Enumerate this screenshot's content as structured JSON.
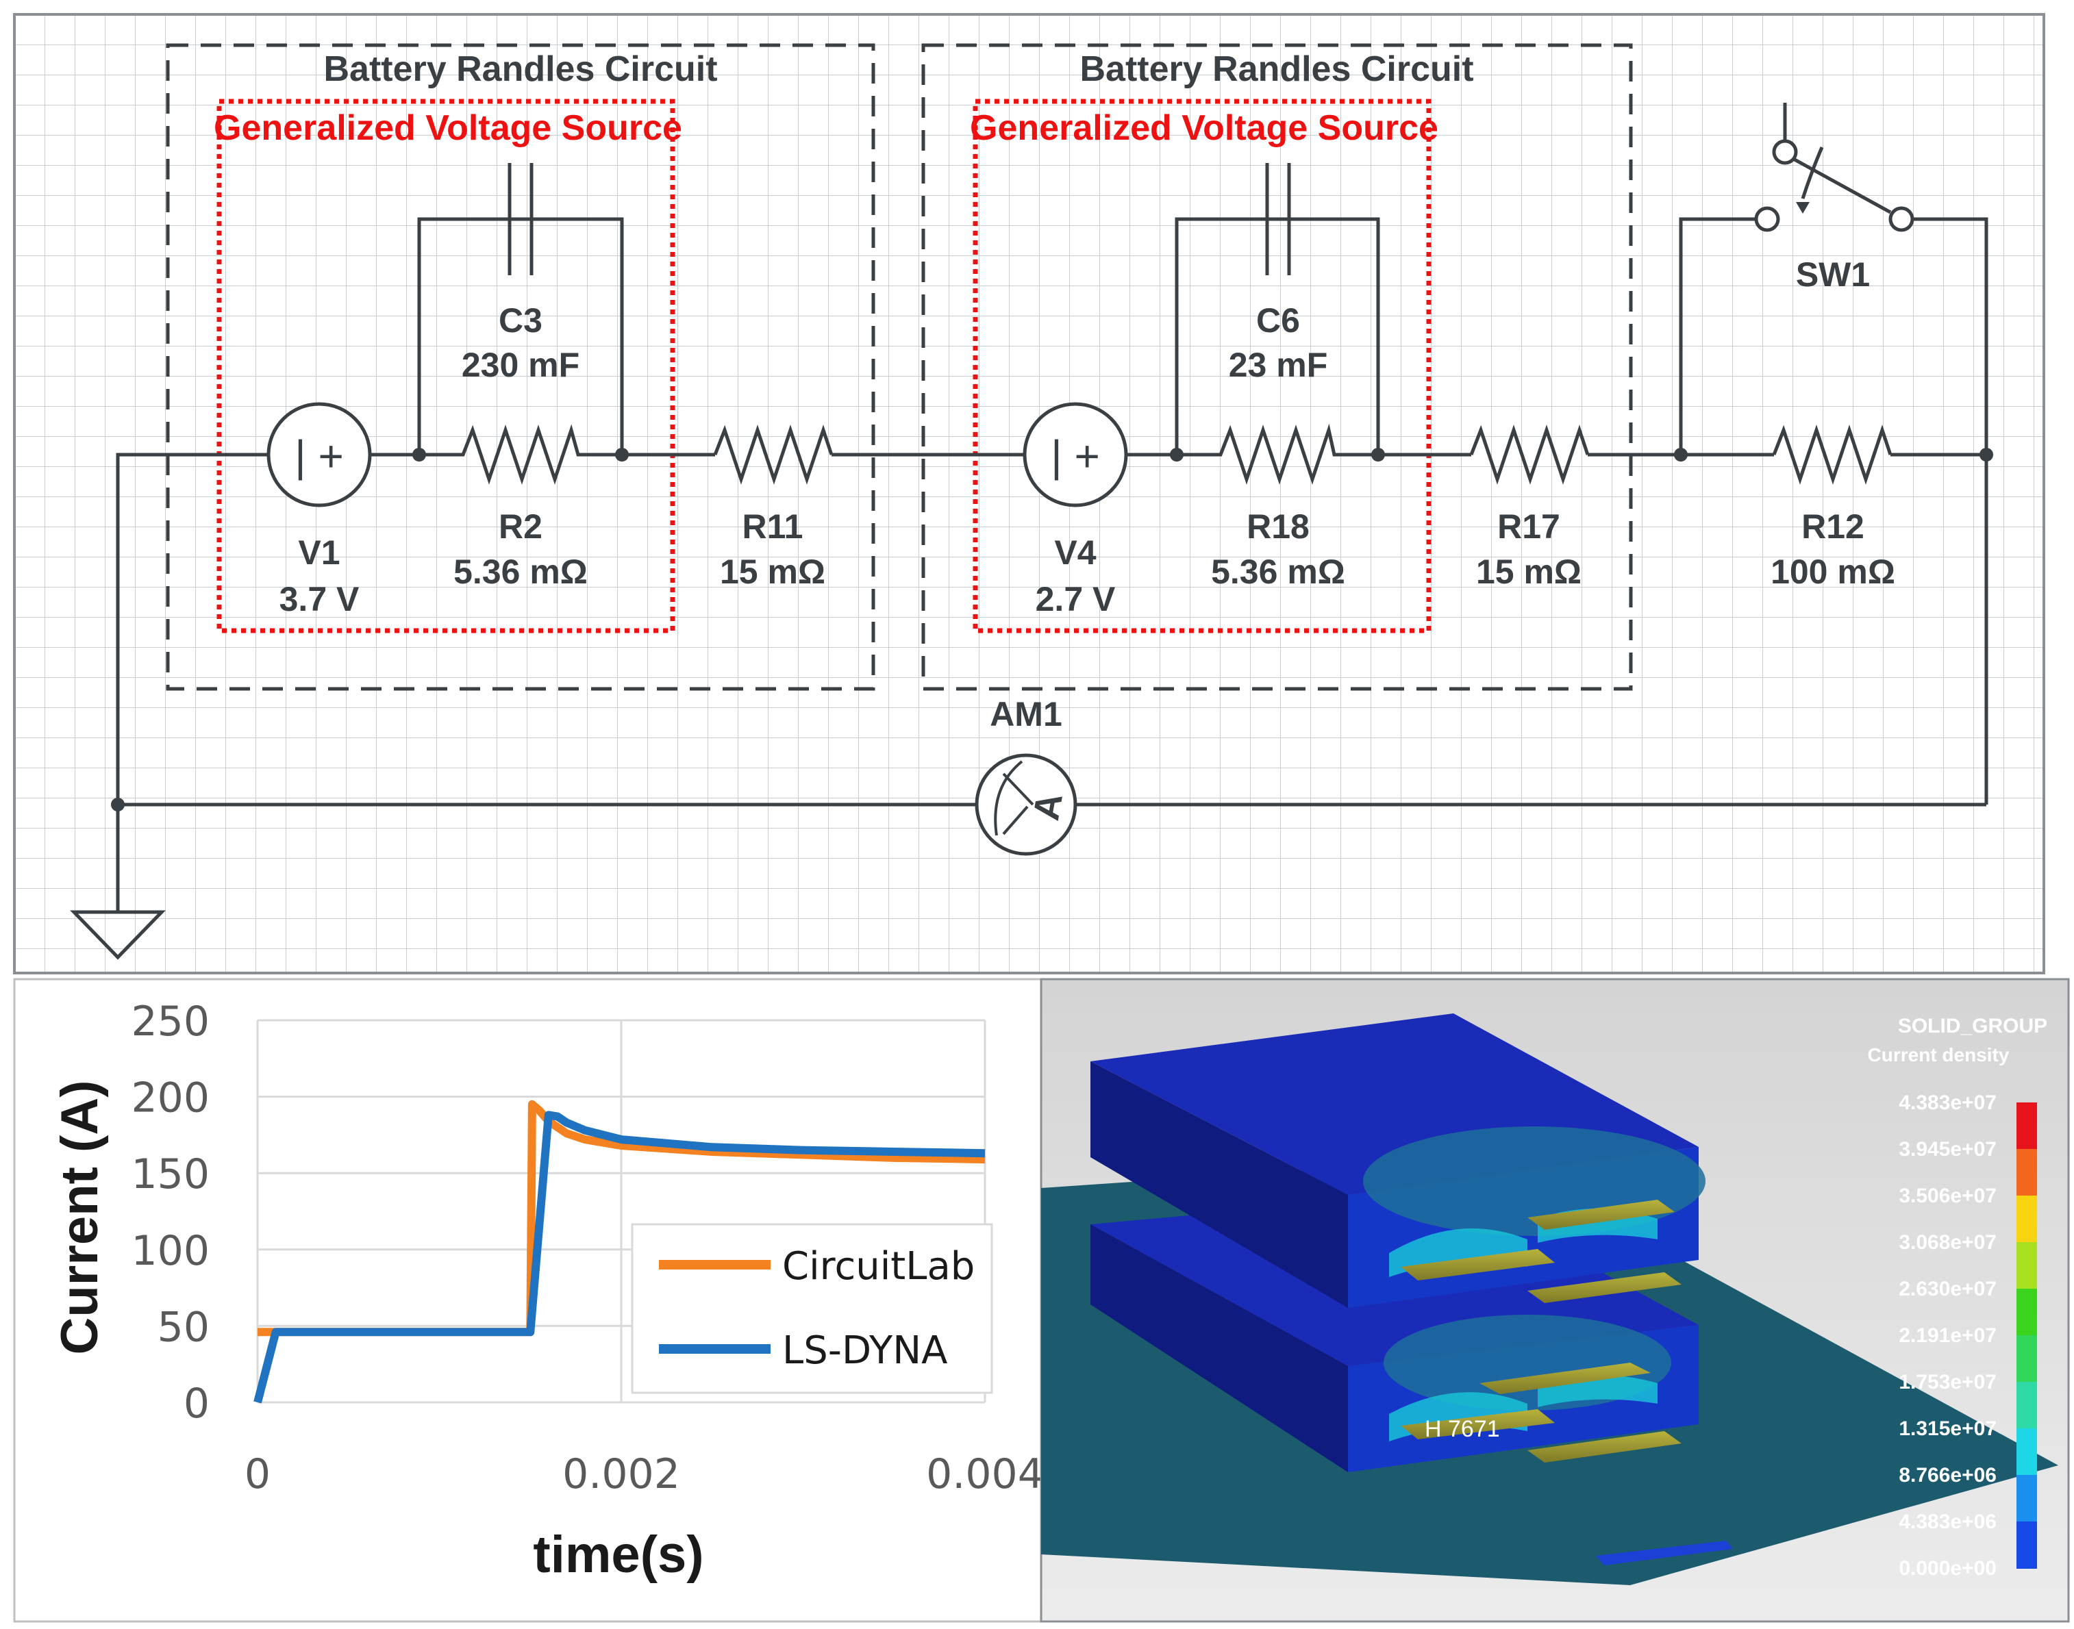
{
  "circuit": {
    "cell1": {
      "title": "Battery Randles Circuit",
      "source_title": "Generalized Voltage Source",
      "capacitor": {
        "name": "C3",
        "value": "230 mF"
      },
      "source": {
        "name": "V1",
        "value": "3.7 V"
      },
      "resistor": {
        "name": "R2",
        "value": "5.36 mΩ"
      }
    },
    "cell2": {
      "title": "Battery Randles Circuit",
      "source_title": "Generalized Voltage Source",
      "capacitor": {
        "name": "C6",
        "value": "23 mF"
      },
      "source": {
        "name": "V4",
        "value": "2.7 V"
      },
      "resistor": {
        "name": "R18",
        "value": "5.36 mΩ"
      }
    },
    "r11": {
      "name": "R11",
      "value": "15 mΩ"
    },
    "r17": {
      "name": "R17",
      "value": "15 mΩ"
    },
    "r12": {
      "name": "R12",
      "value": "100 mΩ"
    },
    "switch": {
      "name": "SW1"
    },
    "ammeter": {
      "name": "AM1",
      "symbol": "A"
    },
    "source_symbol": "| +"
  },
  "chart_data": {
    "type": "line",
    "title": "",
    "xlabel": "time(s)",
    "ylabel": "Current (A)",
    "xlim": [
      0,
      0.004
    ],
    "ylim": [
      0,
      250
    ],
    "xticks": [
      0,
      0.002,
      0.004
    ],
    "xtick_labels": [
      "0",
      "0.002",
      "0.004"
    ],
    "yticks": [
      0,
      50,
      100,
      150,
      200,
      250
    ],
    "ytick_labels": [
      "0",
      "50",
      "100",
      "150",
      "200",
      "250"
    ],
    "grid": true,
    "legend_position": "bottom-right",
    "series": [
      {
        "name": "CircuitLab",
        "color": "#f58220",
        "x": [
          0,
          0.0015,
          0.00151,
          0.00155,
          0.0016,
          0.0017,
          0.0018,
          0.002,
          0.0025,
          0.003,
          0.0035,
          0.004
        ],
        "y": [
          46,
          46,
          195,
          191,
          184,
          176,
          172,
          168,
          164,
          162,
          160,
          159
        ]
      },
      {
        "name": "LS-DYNA",
        "color": "#1f73c1",
        "x": [
          0,
          0.0001,
          0.0015,
          0.0016,
          0.00165,
          0.0017,
          0.0018,
          0.002,
          0.0025,
          0.003,
          0.0035,
          0.004
        ],
        "y": [
          0,
          46,
          46,
          188,
          187,
          183,
          178,
          172,
          167,
          165,
          164,
          163
        ]
      }
    ]
  },
  "simulation": {
    "colorbar": {
      "group": "SOLID_GROUP",
      "quantity": "Current density",
      "labels": [
        "4.383e+07",
        "3.945e+07",
        "3.506e+07",
        "3.068e+07",
        "2.630e+07",
        "2.191e+07",
        "1.753e+07",
        "1.315e+07",
        "8.766e+06",
        "4.383e+06",
        "0.000e+00"
      ],
      "colors": [
        "#e8141c",
        "#f2661e",
        "#f7d40f",
        "#a6e01e",
        "#3ad41f",
        "#2fd65a",
        "#2ed9a6",
        "#1ed7e6",
        "#1b8ff0",
        "#1648e8"
      ]
    },
    "node_label": "H 7671"
  }
}
